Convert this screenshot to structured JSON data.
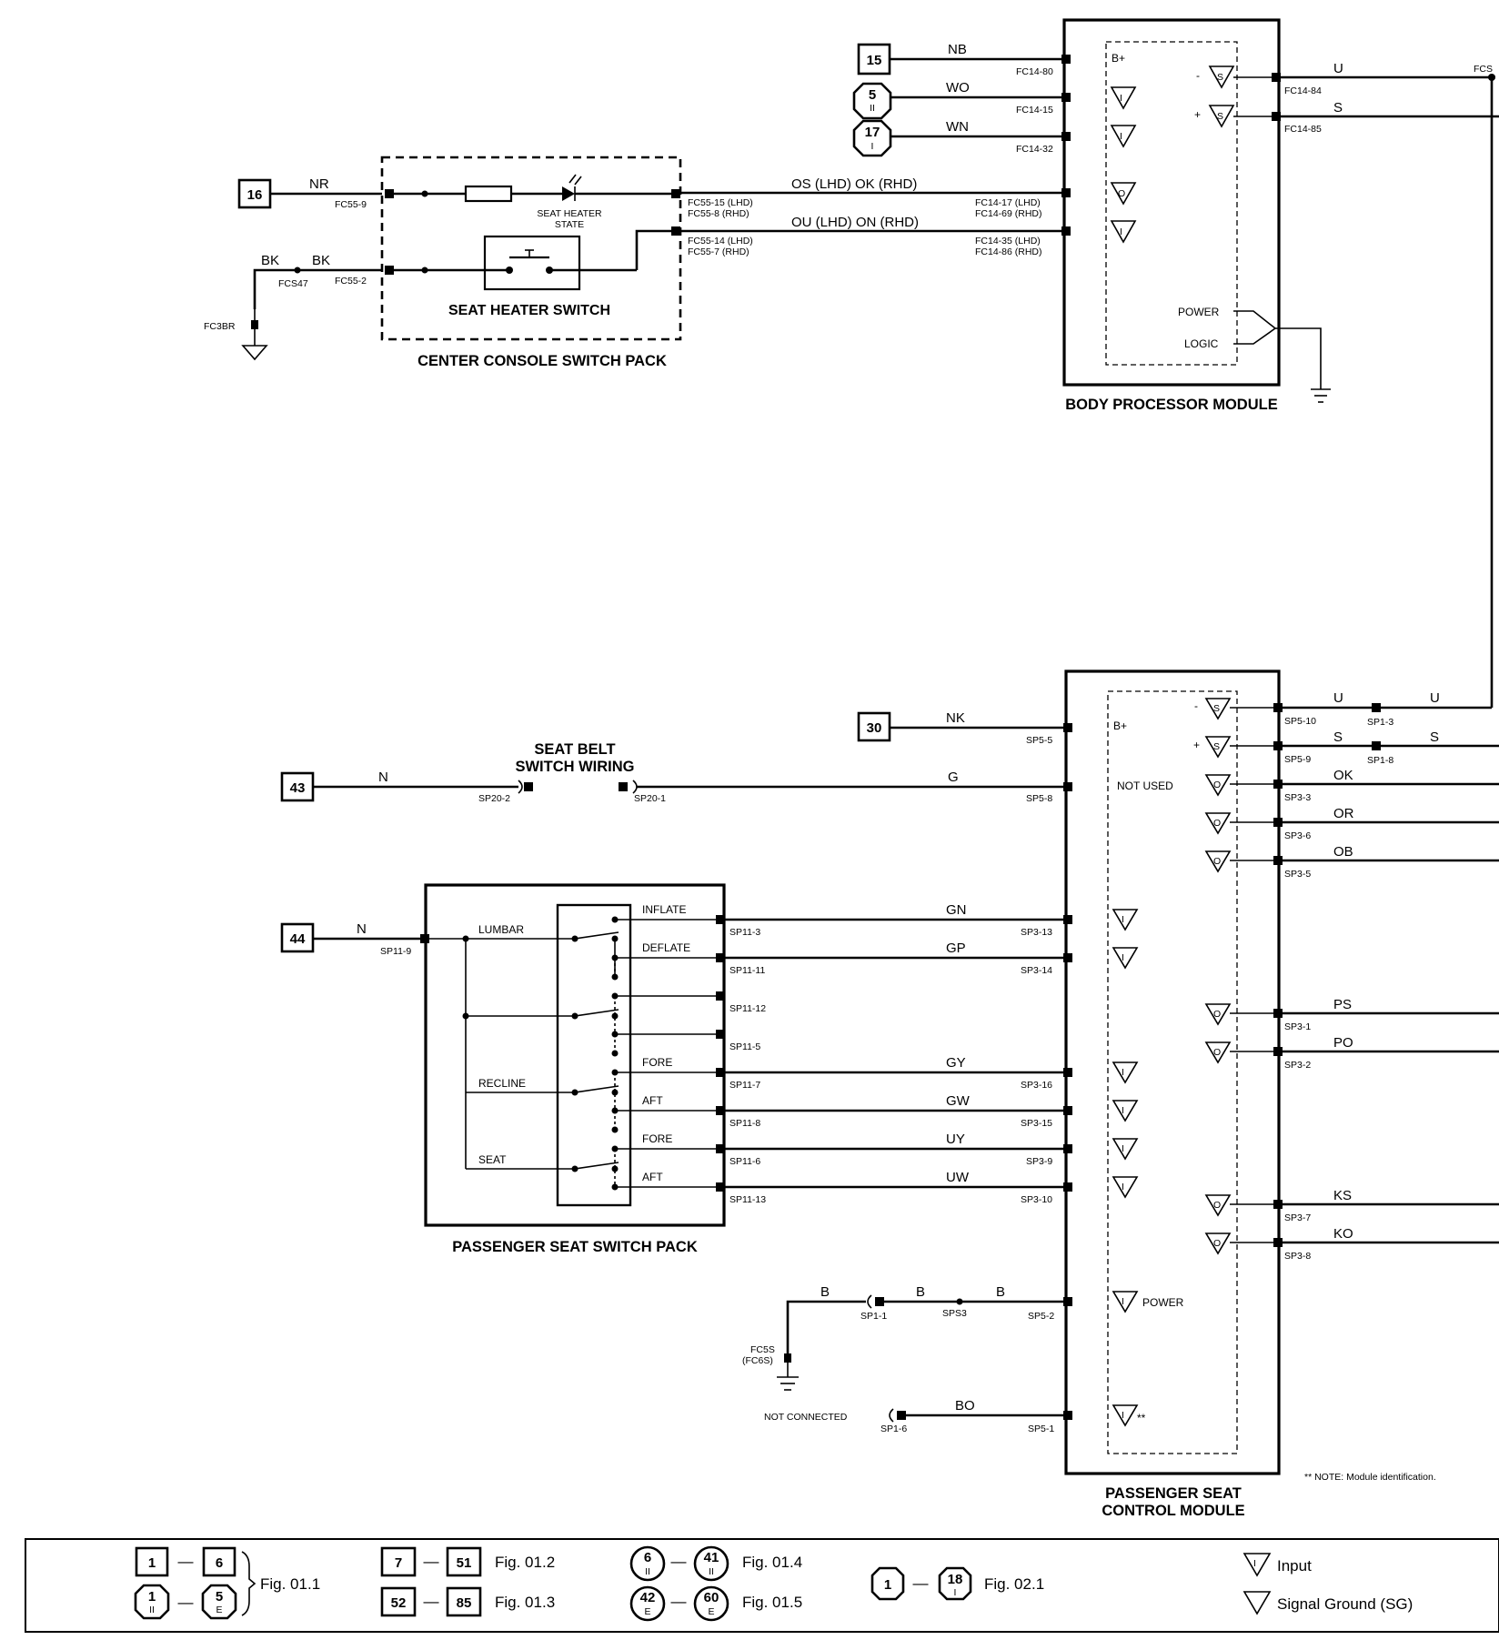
{
  "legend": {
    "fig_01_1": {
      "from": "1",
      "to": "6",
      "from2": "1",
      "from2_sub": "II",
      "to2": "5",
      "to2_sub": "E",
      "label": "Fig. 01.1"
    },
    "fig_01_2": {
      "from": "7",
      "to": "51",
      "label": "Fig. 01.2"
    },
    "fig_01_3": {
      "from": "52",
      "to": "85",
      "label": "Fig. 01.3"
    },
    "fig_01_4": {
      "from": "6",
      "from_sub": "II",
      "to": "41",
      "to_sub": "II",
      "label": "Fig. 01.4"
    },
    "fig_01_5": {
      "from": "42",
      "from_sub": "E",
      "to": "60",
      "to_sub": "E",
      "label": "Fig. 01.5"
    },
    "fig_02_1": {
      "from": "1",
      "to": "18",
      "to_sub": "I",
      "label": "Fig. 02.1"
    },
    "input": "Input",
    "signal_ground": "Signal Ground (SG)",
    "dash": "—"
  },
  "note": "** NOTE: Module identification.",
  "refs": {
    "r15": "15",
    "r5": "5",
    "r5sub": "II",
    "r17": "17",
    "r17sub": "I",
    "r16": "16",
    "r30": "30",
    "r43": "43",
    "r44": "44"
  },
  "modules": {
    "bpm": "BODY PROCESSOR MODULE",
    "ccsp": "CENTER CONSOLE SWITCH PACK",
    "shs": "SEAT HEATER SWITCH",
    "shs_state_1": "SEAT HEATER",
    "shs_state_2": "STATE",
    "pscm_1": "PASSENGER SEAT",
    "pscm_2": "CONTROL MODULE",
    "pssp": "PASSENGER SEAT SWITCH PACK",
    "sbsw_1": "SEAT BELT",
    "sbsw_2": "SWITCH WIRING"
  },
  "bpm": {
    "bplus": "B+",
    "power": "POWER",
    "logic": "LOGIC",
    "wires": {
      "nb": "NB",
      "wo": "WO",
      "wn": "WN",
      "nr": "NR",
      "bk": "BK",
      "os": "OS (LHD)  OK (RHD)",
      "ou": "OU (LHD)  ON (RHD)",
      "u": "U",
      "s": "S"
    },
    "pins": {
      "fc14_80": "FC14-80",
      "fc14_15": "FC14-15",
      "fc14_32": "FC14-32",
      "fc14_17": "FC14-17 (LHD)",
      "fc14_69": "FC14-69 (RHD)",
      "fc14_35": "FC14-35 (LHD)",
      "fc14_86": "FC14-86 (RHD)",
      "fc14_84": "FC14-84",
      "fc14_85": "FC14-85",
      "fc55_9": "FC55-9",
      "fc55_2": "FC55-2",
      "fcs47": "FCS47",
      "fc3br": "FC3BR",
      "fc55_15": "FC55-15 (LHD)",
      "fc55_8": "FC55-8 (RHD)",
      "fc55_14": "FC55-14 (LHD)",
      "fc55_7": "FC55-7 (RHD)",
      "fcs": "FCS"
    },
    "sym": {
      "minus": "-",
      "plus": "+",
      "s": "S",
      "i": "I",
      "o": "O"
    }
  },
  "pscm": {
    "bplus": "B+",
    "not_used": "NOT USED",
    "power": "POWER",
    "star": "**",
    "not_connected": "NOT CONNECTED",
    "wires": {
      "nk": "NK",
      "n": "N",
      "g": "G",
      "gn": "GN",
      "gp": "GP",
      "gy": "GY",
      "gw": "GW",
      "uy": "UY",
      "uw": "UW",
      "b": "B",
      "bo": "BO",
      "u": "U",
      "s": "S",
      "ok": "OK",
      "or": "OR",
      "ob": "OB",
      "ps": "PS",
      "po": "PO",
      "ks": "KS",
      "ko": "KO"
    },
    "pins": {
      "sp5_5": "SP5-5",
      "sp5_8": "SP5-8",
      "sp3_13": "SP3-13",
      "sp3_14": "SP3-14",
      "sp3_16": "SP3-16",
      "sp3_15": "SP3-15",
      "sp3_9": "SP3-9",
      "sp3_10": "SP3-10",
      "sp5_2": "SP5-2",
      "sp5_1": "SP5-1",
      "sp5_10": "SP5-10",
      "sp5_9": "SP5-9",
      "sp1_3": "SP1-3",
      "sp1_8": "SP1-8",
      "sp3_3": "SP3-3",
      "sp3_6": "SP3-6",
      "sp3_5": "SP3-5",
      "sp3_1": "SP3-1",
      "sp3_2": "SP3-2",
      "sp3_7": "SP3-7",
      "sp3_8": "SP3-8",
      "sp20_2": "SP20-2",
      "sp20_1": "SP20-1",
      "sp11_9": "SP11-9",
      "sp11_3": "SP11-3",
      "sp11_11": "SP11-11",
      "sp11_12": "SP11-12",
      "sp11_5": "SP11-5",
      "sp11_7": "SP11-7",
      "sp11_8": "SP11-8",
      "sp11_6": "SP11-6",
      "sp11_13": "SP11-13",
      "sp1_1": "SP1-1",
      "sps3": "SPS3",
      "fc5s": "FC5S",
      "fc6s": "(FC6S)",
      "sp1_6": "SP1-6"
    },
    "switch": {
      "lumbar": "LUMBAR",
      "recline": "RECLINE",
      "seat": "SEAT",
      "inflate": "INFLATE",
      "deflate": "DEFLATE",
      "fore": "FORE",
      "aft": "AFT"
    }
  }
}
